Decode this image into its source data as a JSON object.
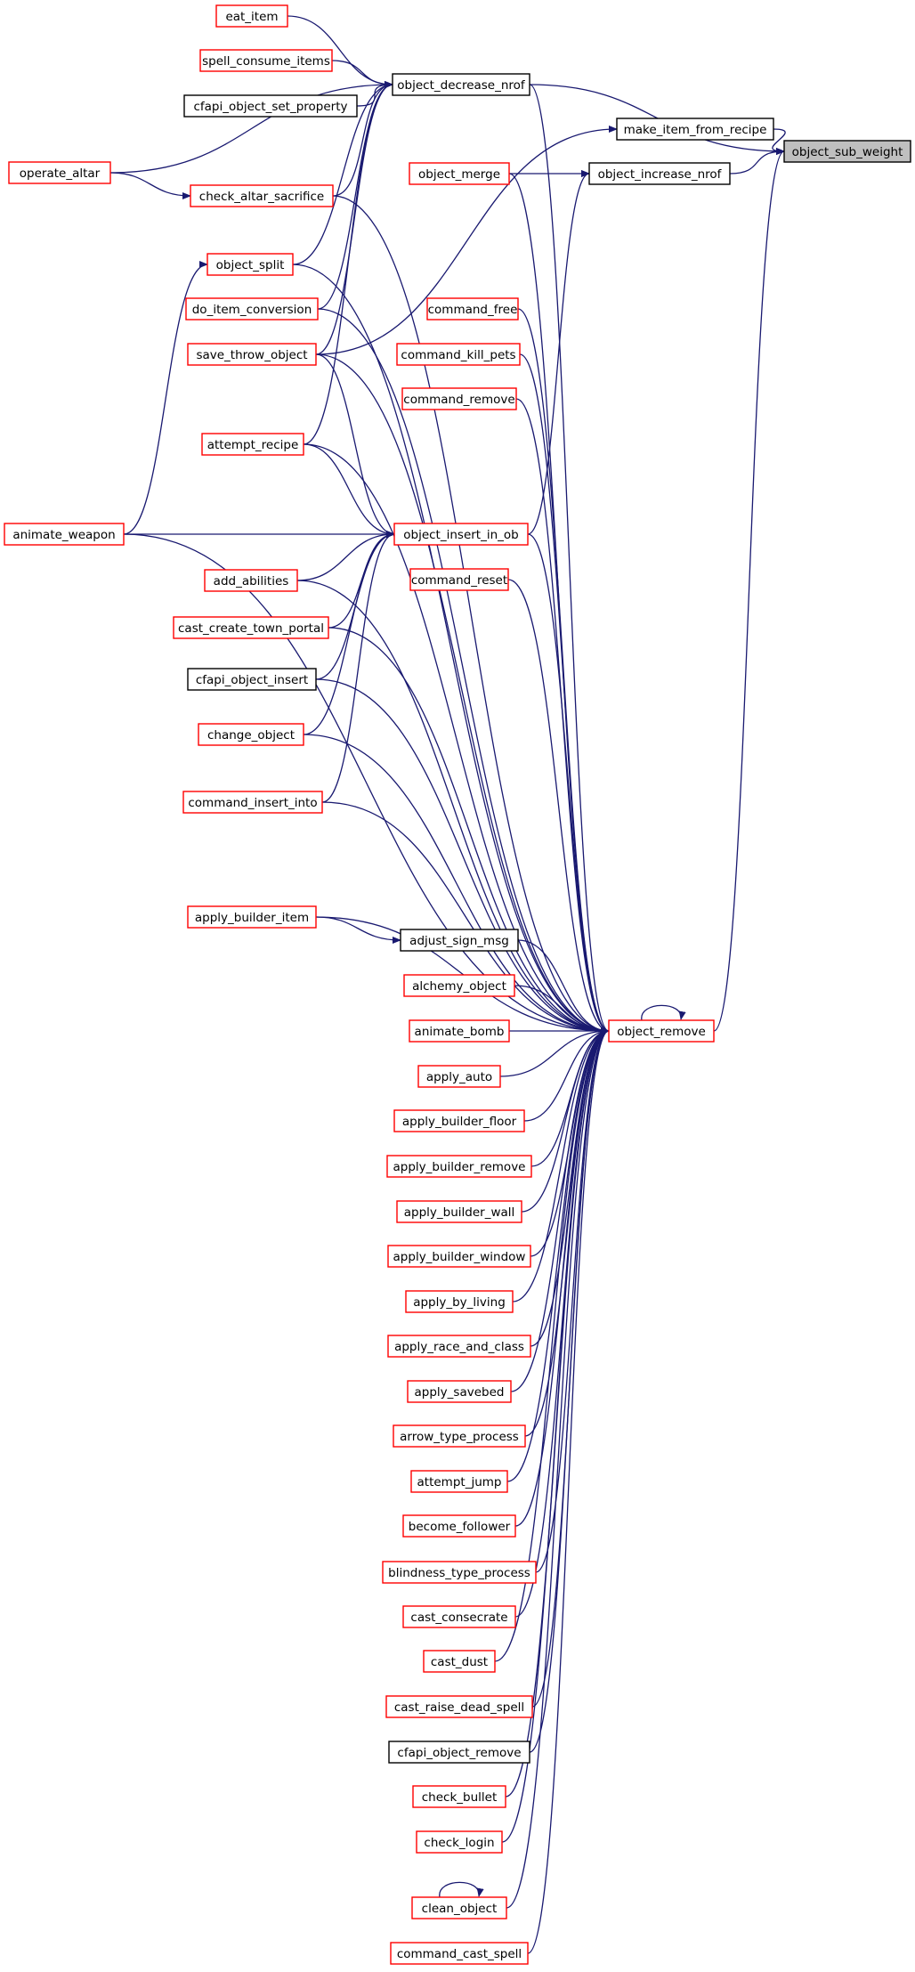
{
  "colors": {
    "edge": "#191970",
    "border_red": "#ff0000",
    "border_black": "#000000",
    "root_fill": "#bfbfbf"
  },
  "nodes": [
    {
      "id": "object_sub_weight",
      "label": "object_sub_weight",
      "style": "root"
    },
    {
      "id": "object_decrease_nrof",
      "label": "object_decrease_nrof",
      "style": "black"
    },
    {
      "id": "make_item_from_recipe",
      "label": "make_item_from_recipe",
      "style": "black"
    },
    {
      "id": "object_increase_nrof",
      "label": "object_increase_nrof",
      "style": "black"
    },
    {
      "id": "object_remove",
      "label": "object_remove",
      "style": "red"
    },
    {
      "id": "eat_item",
      "label": "eat_item",
      "style": "red"
    },
    {
      "id": "spell_consume_items",
      "label": "spell_consume_items",
      "style": "red"
    },
    {
      "id": "cfapi_object_set_property",
      "label": "cfapi_object_set_property",
      "style": "black"
    },
    {
      "id": "operate_altar",
      "label": "operate_altar",
      "style": "red"
    },
    {
      "id": "check_altar_sacrifice",
      "label": "check_altar_sacrifice",
      "style": "red"
    },
    {
      "id": "object_merge",
      "label": "object_merge",
      "style": "red"
    },
    {
      "id": "object_split",
      "label": "object_split",
      "style": "red"
    },
    {
      "id": "do_item_conversion",
      "label": "do_item_conversion",
      "style": "red"
    },
    {
      "id": "command_free",
      "label": "command_free",
      "style": "red"
    },
    {
      "id": "save_throw_object",
      "label": "save_throw_object",
      "style": "red"
    },
    {
      "id": "command_kill_pets",
      "label": "command_kill_pets",
      "style": "red"
    },
    {
      "id": "command_remove",
      "label": "command_remove",
      "style": "red"
    },
    {
      "id": "attempt_recipe",
      "label": "attempt_recipe",
      "style": "red"
    },
    {
      "id": "animate_weapon",
      "label": "animate_weapon",
      "style": "red"
    },
    {
      "id": "object_insert_in_ob",
      "label": "object_insert_in_ob",
      "style": "red"
    },
    {
      "id": "add_abilities",
      "label": "add_abilities",
      "style": "red"
    },
    {
      "id": "command_reset",
      "label": "command_reset",
      "style": "red"
    },
    {
      "id": "cast_create_town_portal",
      "label": "cast_create_town_portal",
      "style": "red"
    },
    {
      "id": "cfapi_object_insert",
      "label": "cfapi_object_insert",
      "style": "black"
    },
    {
      "id": "change_object",
      "label": "change_object",
      "style": "red"
    },
    {
      "id": "command_insert_into",
      "label": "command_insert_into",
      "style": "red"
    },
    {
      "id": "apply_builder_item",
      "label": "apply_builder_item",
      "style": "red"
    },
    {
      "id": "adjust_sign_msg",
      "label": "adjust_sign_msg",
      "style": "black"
    },
    {
      "id": "alchemy_object",
      "label": "alchemy_object",
      "style": "red"
    },
    {
      "id": "animate_bomb",
      "label": "animate_bomb",
      "style": "red"
    },
    {
      "id": "apply_auto",
      "label": "apply_auto",
      "style": "red"
    },
    {
      "id": "apply_builder_floor",
      "label": "apply_builder_floor",
      "style": "red"
    },
    {
      "id": "apply_builder_remove",
      "label": "apply_builder_remove",
      "style": "red"
    },
    {
      "id": "apply_builder_wall",
      "label": "apply_builder_wall",
      "style": "red"
    },
    {
      "id": "apply_builder_window",
      "label": "apply_builder_window",
      "style": "red"
    },
    {
      "id": "apply_by_living",
      "label": "apply_by_living",
      "style": "red"
    },
    {
      "id": "apply_race_and_class",
      "label": "apply_race_and_class",
      "style": "red"
    },
    {
      "id": "apply_savebed",
      "label": "apply_savebed",
      "style": "red"
    },
    {
      "id": "arrow_type_process",
      "label": "arrow_type_process",
      "style": "red"
    },
    {
      "id": "attempt_jump",
      "label": "attempt_jump",
      "style": "red"
    },
    {
      "id": "become_follower",
      "label": "become_follower",
      "style": "red"
    },
    {
      "id": "blindness_type_process",
      "label": "blindness_type_process",
      "style": "red"
    },
    {
      "id": "cast_consecrate",
      "label": "cast_consecrate",
      "style": "red"
    },
    {
      "id": "cast_dust",
      "label": "cast_dust",
      "style": "red"
    },
    {
      "id": "cast_raise_dead_spell",
      "label": "cast_raise_dead_spell",
      "style": "red"
    },
    {
      "id": "cfapi_object_remove",
      "label": "cfapi_object_remove",
      "style": "black"
    },
    {
      "id": "check_bullet",
      "label": "check_bullet",
      "style": "red"
    },
    {
      "id": "check_login",
      "label": "check_login",
      "style": "red"
    },
    {
      "id": "clean_object",
      "label": "clean_object",
      "style": "red"
    },
    {
      "id": "command_cast_spell",
      "label": "command_cast_spell",
      "style": "red"
    }
  ],
  "edges": [
    [
      "object_decrease_nrof",
      "object_sub_weight"
    ],
    [
      "make_item_from_recipe",
      "object_sub_weight"
    ],
    [
      "object_increase_nrof",
      "object_sub_weight"
    ],
    [
      "object_remove",
      "object_sub_weight"
    ],
    [
      "eat_item",
      "object_decrease_nrof"
    ],
    [
      "spell_consume_items",
      "object_decrease_nrof"
    ],
    [
      "cfapi_object_set_property",
      "object_decrease_nrof"
    ],
    [
      "operate_altar",
      "object_decrease_nrof"
    ],
    [
      "check_altar_sacrifice",
      "object_decrease_nrof"
    ],
    [
      "object_split",
      "object_decrease_nrof"
    ],
    [
      "do_item_conversion",
      "object_decrease_nrof"
    ],
    [
      "save_throw_object",
      "object_decrease_nrof"
    ],
    [
      "attempt_recipe",
      "object_decrease_nrof"
    ],
    [
      "operate_altar",
      "check_altar_sacrifice"
    ],
    [
      "save_throw_object",
      "make_item_from_recipe"
    ],
    [
      "object_merge",
      "object_increase_nrof"
    ],
    [
      "object_insert_in_ob",
      "object_increase_nrof"
    ],
    [
      "animate_weapon",
      "object_split"
    ],
    [
      "animate_weapon",
      "object_insert_in_ob"
    ],
    [
      "save_throw_object",
      "object_insert_in_ob"
    ],
    [
      "attempt_recipe",
      "object_insert_in_ob"
    ],
    [
      "add_abilities",
      "object_insert_in_ob"
    ],
    [
      "cast_create_town_portal",
      "object_insert_in_ob"
    ],
    [
      "cfapi_object_insert",
      "object_insert_in_ob"
    ],
    [
      "change_object",
      "object_insert_in_ob"
    ],
    [
      "command_insert_into",
      "object_insert_in_ob"
    ],
    [
      "apply_builder_item",
      "adjust_sign_msg"
    ],
    [
      "clean_object",
      "clean_object"
    ],
    [
      "object_remove",
      "object_remove"
    ],
    [
      "object_decrease_nrof",
      "object_remove"
    ],
    [
      "object_merge",
      "object_remove"
    ],
    [
      "check_altar_sacrifice",
      "object_remove"
    ],
    [
      "object_split",
      "object_remove"
    ],
    [
      "do_item_conversion",
      "object_remove"
    ],
    [
      "command_free",
      "object_remove"
    ],
    [
      "save_throw_object",
      "object_remove"
    ],
    [
      "command_kill_pets",
      "object_remove"
    ],
    [
      "command_remove",
      "object_remove"
    ],
    [
      "attempt_recipe",
      "object_remove"
    ],
    [
      "animate_weapon",
      "object_remove"
    ],
    [
      "object_insert_in_ob",
      "object_remove"
    ],
    [
      "add_abilities",
      "object_remove"
    ],
    [
      "command_reset",
      "object_remove"
    ],
    [
      "cast_create_town_portal",
      "object_remove"
    ],
    [
      "cfapi_object_insert",
      "object_remove"
    ],
    [
      "change_object",
      "object_remove"
    ],
    [
      "command_insert_into",
      "object_remove"
    ],
    [
      "apply_builder_item",
      "object_remove"
    ],
    [
      "adjust_sign_msg",
      "object_remove"
    ],
    [
      "alchemy_object",
      "object_remove"
    ],
    [
      "animate_bomb",
      "object_remove"
    ],
    [
      "apply_auto",
      "object_remove"
    ],
    [
      "apply_builder_floor",
      "object_remove"
    ],
    [
      "apply_builder_remove",
      "object_remove"
    ],
    [
      "apply_builder_wall",
      "object_remove"
    ],
    [
      "apply_builder_window",
      "object_remove"
    ],
    [
      "apply_by_living",
      "object_remove"
    ],
    [
      "apply_race_and_class",
      "object_remove"
    ],
    [
      "apply_savebed",
      "object_remove"
    ],
    [
      "arrow_type_process",
      "object_remove"
    ],
    [
      "attempt_jump",
      "object_remove"
    ],
    [
      "become_follower",
      "object_remove"
    ],
    [
      "blindness_type_process",
      "object_remove"
    ],
    [
      "cast_consecrate",
      "object_remove"
    ],
    [
      "cast_dust",
      "object_remove"
    ],
    [
      "cast_raise_dead_spell",
      "object_remove"
    ],
    [
      "cfapi_object_remove",
      "object_remove"
    ],
    [
      "check_bullet",
      "object_remove"
    ],
    [
      "check_login",
      "object_remove"
    ],
    [
      "clean_object",
      "object_remove"
    ],
    [
      "command_cast_spell",
      "object_remove"
    ]
  ]
}
